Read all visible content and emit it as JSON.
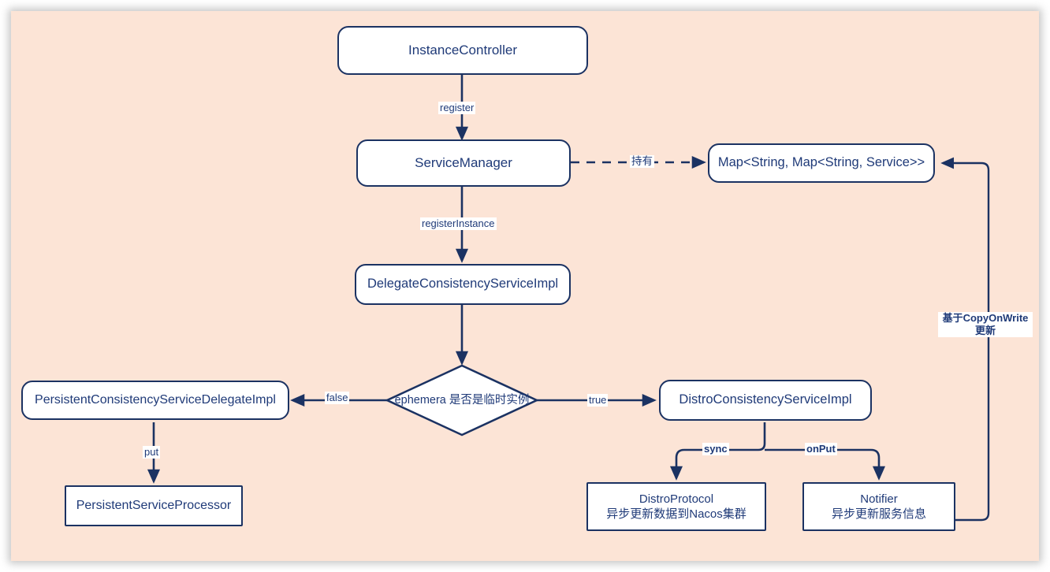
{
  "diagram": {
    "title": "Nacos instance registration flow",
    "background_color": "#fce4d6",
    "node_fill": "#ffffff",
    "stroke_color": "#1b3262",
    "text_color": "#1f3a78"
  },
  "nodes": [
    {
      "id": "instance-controller",
      "label": "InstanceController",
      "shape": "rounded"
    },
    {
      "id": "service-manager",
      "label": "ServiceManager",
      "shape": "rounded"
    },
    {
      "id": "service-map",
      "label": "Map<String, Map<String, Service>>",
      "shape": "rounded"
    },
    {
      "id": "delegate-consistency-service-impl",
      "label": "DelegateConsistencyServiceImpl",
      "shape": "rounded"
    },
    {
      "id": "ephemeral-decision",
      "label_line1": "ephemera",
      "label_line2": "是否是临时实例",
      "shape": "diamond"
    },
    {
      "id": "persistent-consistency-service-delegate-impl",
      "label": "PersistentConsistencyServiceDelegateImpl",
      "shape": "rounded"
    },
    {
      "id": "distro-consistency-service-impl",
      "label": "DistroConsistencyServiceImpl",
      "shape": "rounded"
    },
    {
      "id": "persistent-service-processor",
      "label": "PersistentServiceProcessor",
      "shape": "sharp"
    },
    {
      "id": "distro-protocol",
      "label_line1": "DistroProtocol",
      "label_line2": "异步更新数据到Nacos集群",
      "shape": "sharp"
    },
    {
      "id": "notifier",
      "label_line1": "Notifier",
      "label_line2": "异步更新服务信息",
      "shape": "sharp"
    }
  ],
  "edges": [
    {
      "id": "register",
      "from": "instance-controller",
      "to": "service-manager",
      "label": "register",
      "style": "solid"
    },
    {
      "id": "hold",
      "from": "service-manager",
      "to": "service-map",
      "label": "持有",
      "style": "dashed"
    },
    {
      "id": "register-instance",
      "from": "service-manager",
      "to": "delegate-consistency-service-impl",
      "label": "registerInstance",
      "style": "solid"
    },
    {
      "id": "to-decision",
      "from": "delegate-consistency-service-impl",
      "to": "ephemeral-decision",
      "label": "",
      "style": "solid"
    },
    {
      "id": "false-branch",
      "from": "ephemeral-decision",
      "to": "persistent-consistency-service-delegate-impl",
      "label": "false",
      "style": "solid"
    },
    {
      "id": "true-branch",
      "from": "ephemeral-decision",
      "to": "distro-consistency-service-impl",
      "label": "true",
      "style": "solid"
    },
    {
      "id": "put",
      "from": "persistent-consistency-service-delegate-impl",
      "to": "persistent-service-processor",
      "label": "put",
      "style": "solid"
    },
    {
      "id": "sync",
      "from": "distro-consistency-service-impl",
      "to": "distro-protocol",
      "label": "sync",
      "style": "solid"
    },
    {
      "id": "on-put",
      "from": "distro-consistency-service-impl",
      "to": "notifier",
      "label": "onPut",
      "style": "solid"
    },
    {
      "id": "copy-on-write-update",
      "from": "notifier",
      "to": "service-map",
      "label_line1": "基于CopyOnWrite",
      "label_line2": "更新",
      "style": "solid"
    }
  ]
}
